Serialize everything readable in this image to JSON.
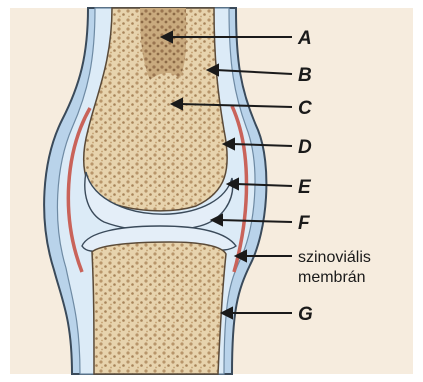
{
  "diagram": {
    "labels": {
      "A": "A",
      "B": "B",
      "C": "C",
      "D": "D",
      "E": "E",
      "F": "F",
      "G": "G",
      "membrane_line1": "szinoviális",
      "membrane_line2": "membrán"
    },
    "colors": {
      "background": "#f6ecde",
      "capsule_blue": "#b9d3ea",
      "synovial_fluid": "#dcebf7",
      "bone": "#e7d3ad",
      "marrow": "#b8956a",
      "cartilage": "#e4eef8",
      "membrane_red": "#c9635a",
      "outline": "#3a4a5a"
    }
  }
}
